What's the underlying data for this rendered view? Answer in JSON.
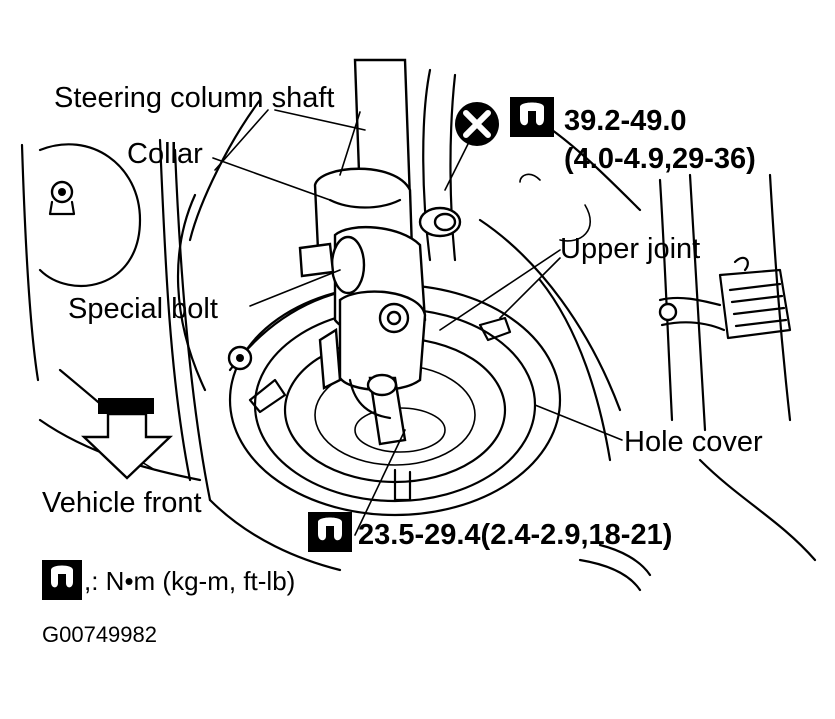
{
  "labels": {
    "steering_column_shaft": "Steering column shaft",
    "collar": "Collar",
    "upper_joint": "Upper joint",
    "special_bolt": "Special bolt",
    "hole_cover": "Hole cover",
    "vehicle_front": "Vehicle front"
  },
  "torque": {
    "upper_nm": "39.2-49.0",
    "upper_alt": "(4.0-4.9,29-36)",
    "lower": "23.5-29.4(2.4-2.9,18-21)"
  },
  "legend": {
    "units": ",:  N•m  (kg-m,  ft-lb)"
  },
  "figure_id": "G00749982",
  "icons": [
    "torque-wrench-icon",
    "do-not-reuse-icon",
    "vehicle-front-arrow-icon"
  ]
}
